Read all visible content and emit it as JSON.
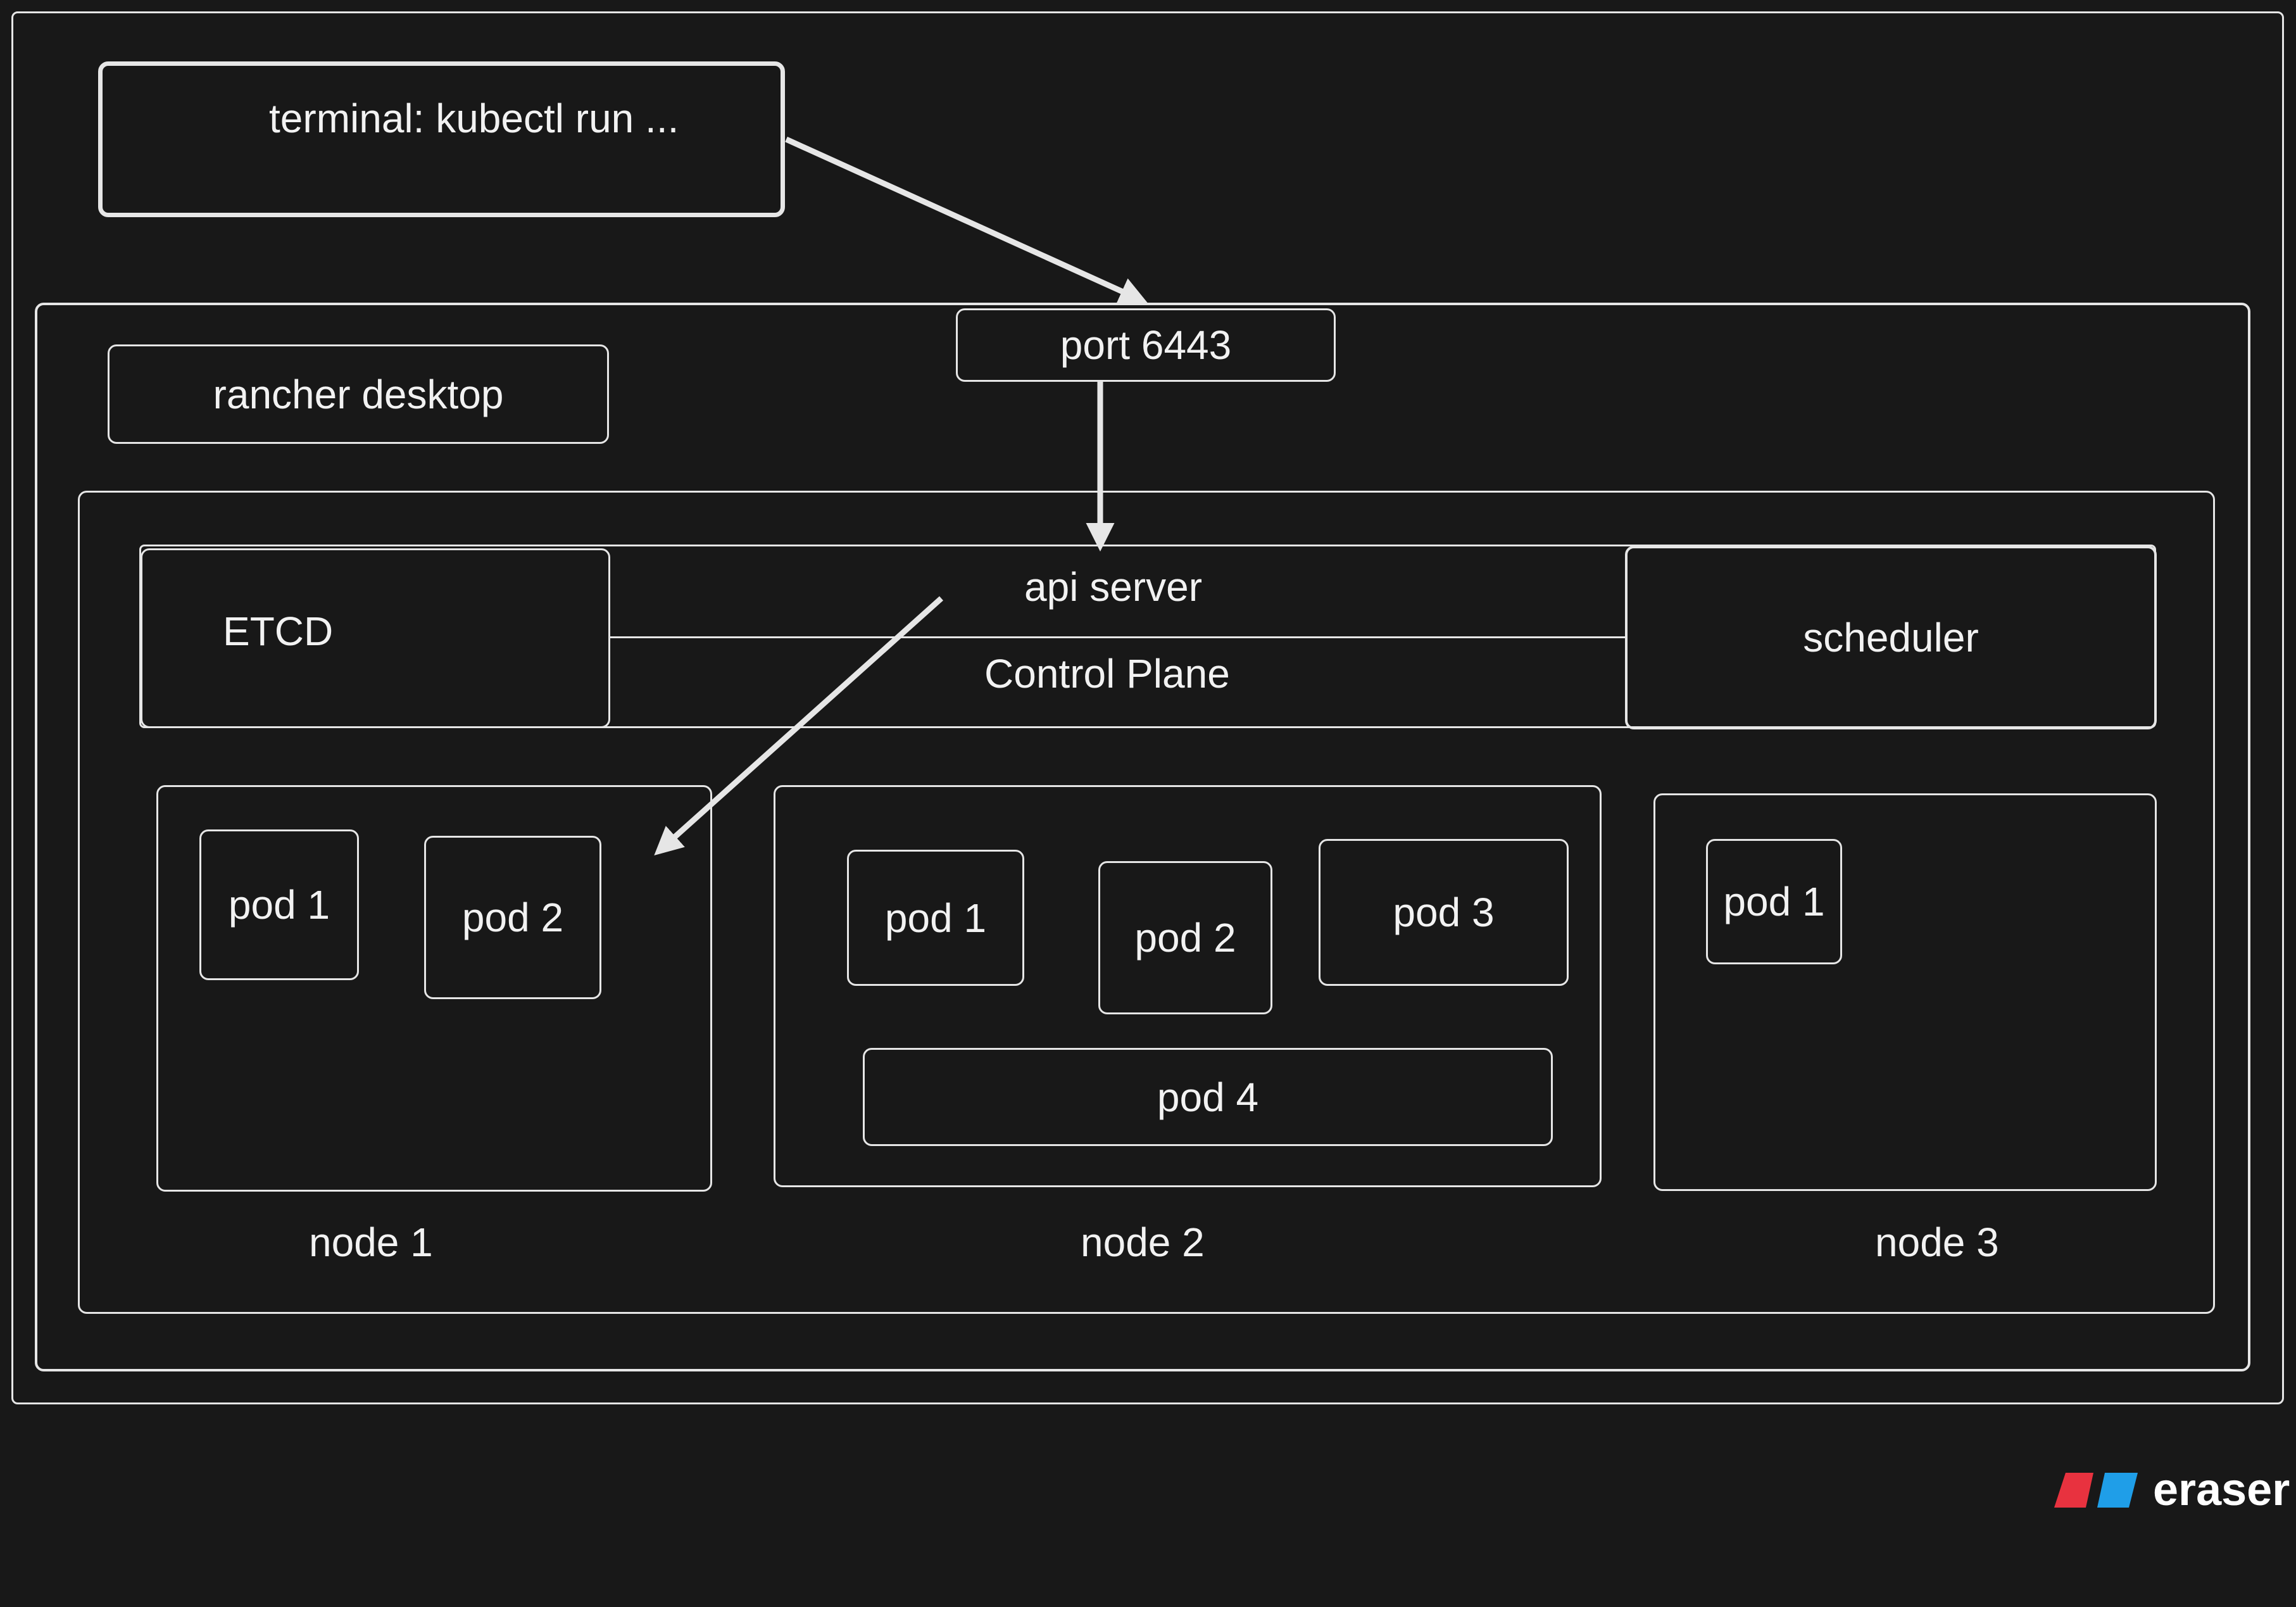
{
  "diagram": {
    "terminal": "terminal: kubectl run ...",
    "port": "port 6443",
    "rancher": "rancher desktop",
    "etcd": "ETCD",
    "api_server": "api server",
    "control_plane": "Control Plane",
    "scheduler": "scheduler",
    "nodes": [
      {
        "label": "node 1",
        "pods": [
          "pod 1",
          "pod 2"
        ]
      },
      {
        "label": "node 2",
        "pods": [
          "pod 1",
          "pod 2",
          "pod 3",
          "pod 4"
        ]
      },
      {
        "label": "node 3",
        "pods": [
          "pod 1"
        ]
      }
    ]
  },
  "brand": {
    "name": "eraser",
    "colors": {
      "red": "#e8323f",
      "blue": "#1f9ee8"
    }
  },
  "colors": {
    "background": "#181818",
    "stroke": "#e6e6e6",
    "text": "#f2f2f2"
  }
}
